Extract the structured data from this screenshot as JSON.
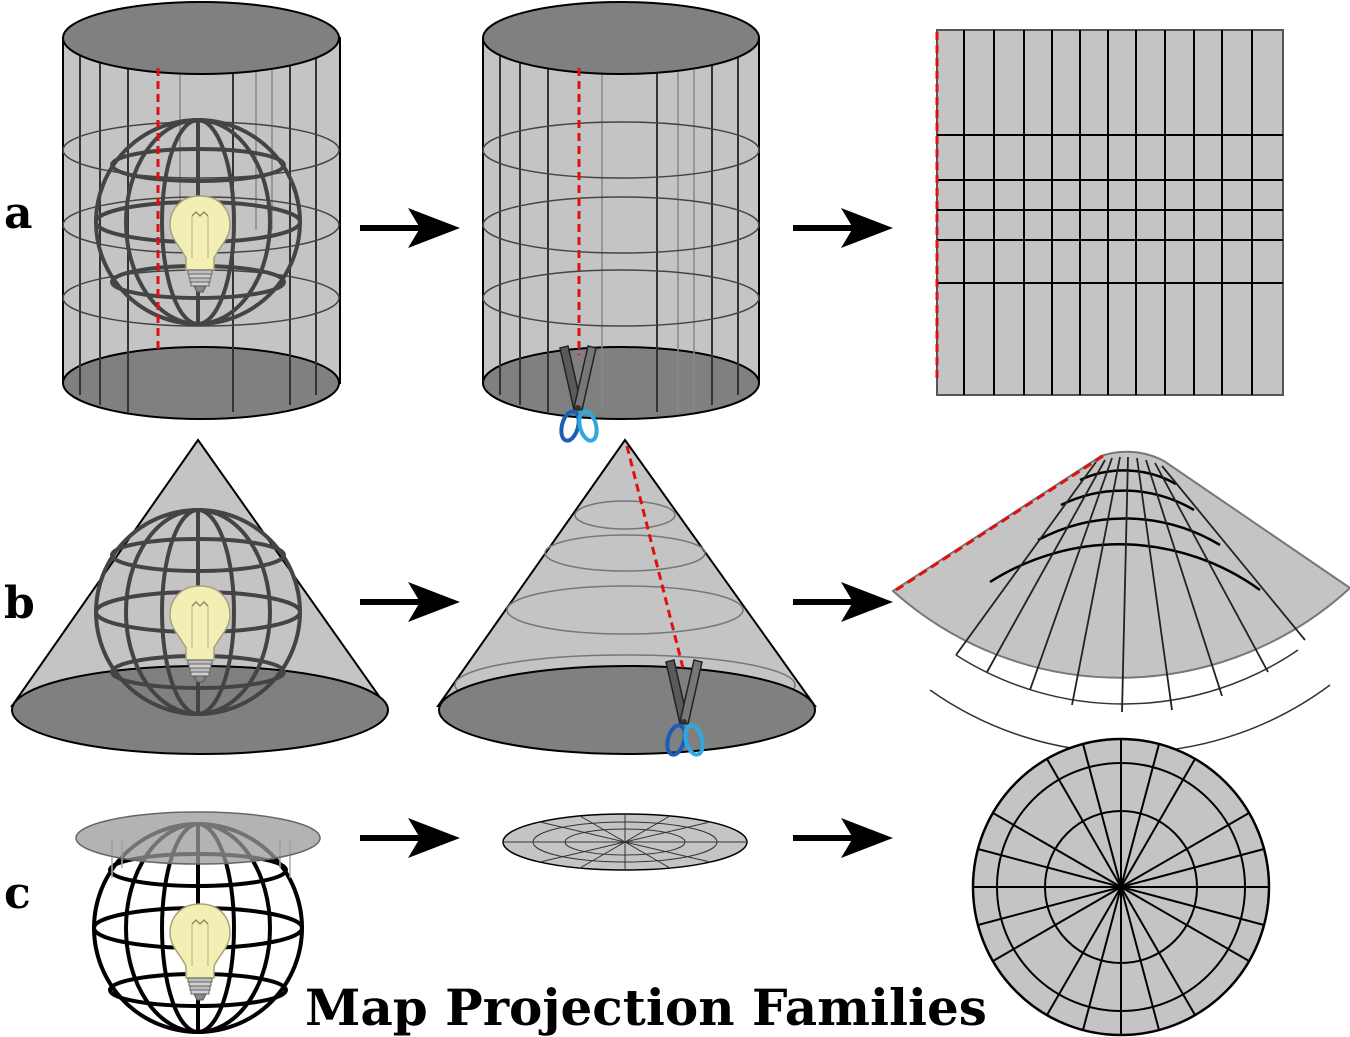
{
  "title": "Map Projection Families",
  "rows": [
    {
      "label": "a"
    },
    {
      "label": "b"
    },
    {
      "label": "c"
    }
  ],
  "colors": {
    "surface": "#c4c4c4",
    "cap": "#808080",
    "cutline": "#e01010",
    "bulb": "#f3eeb3",
    "scissors_blade": "#555555",
    "scissors_handle": "#1d7fd0",
    "arrow": "#000000"
  },
  "icons": [
    "lightbulb-icon",
    "scissors-icon",
    "arrow-right-icon",
    "globe-graticule-icon"
  ]
}
